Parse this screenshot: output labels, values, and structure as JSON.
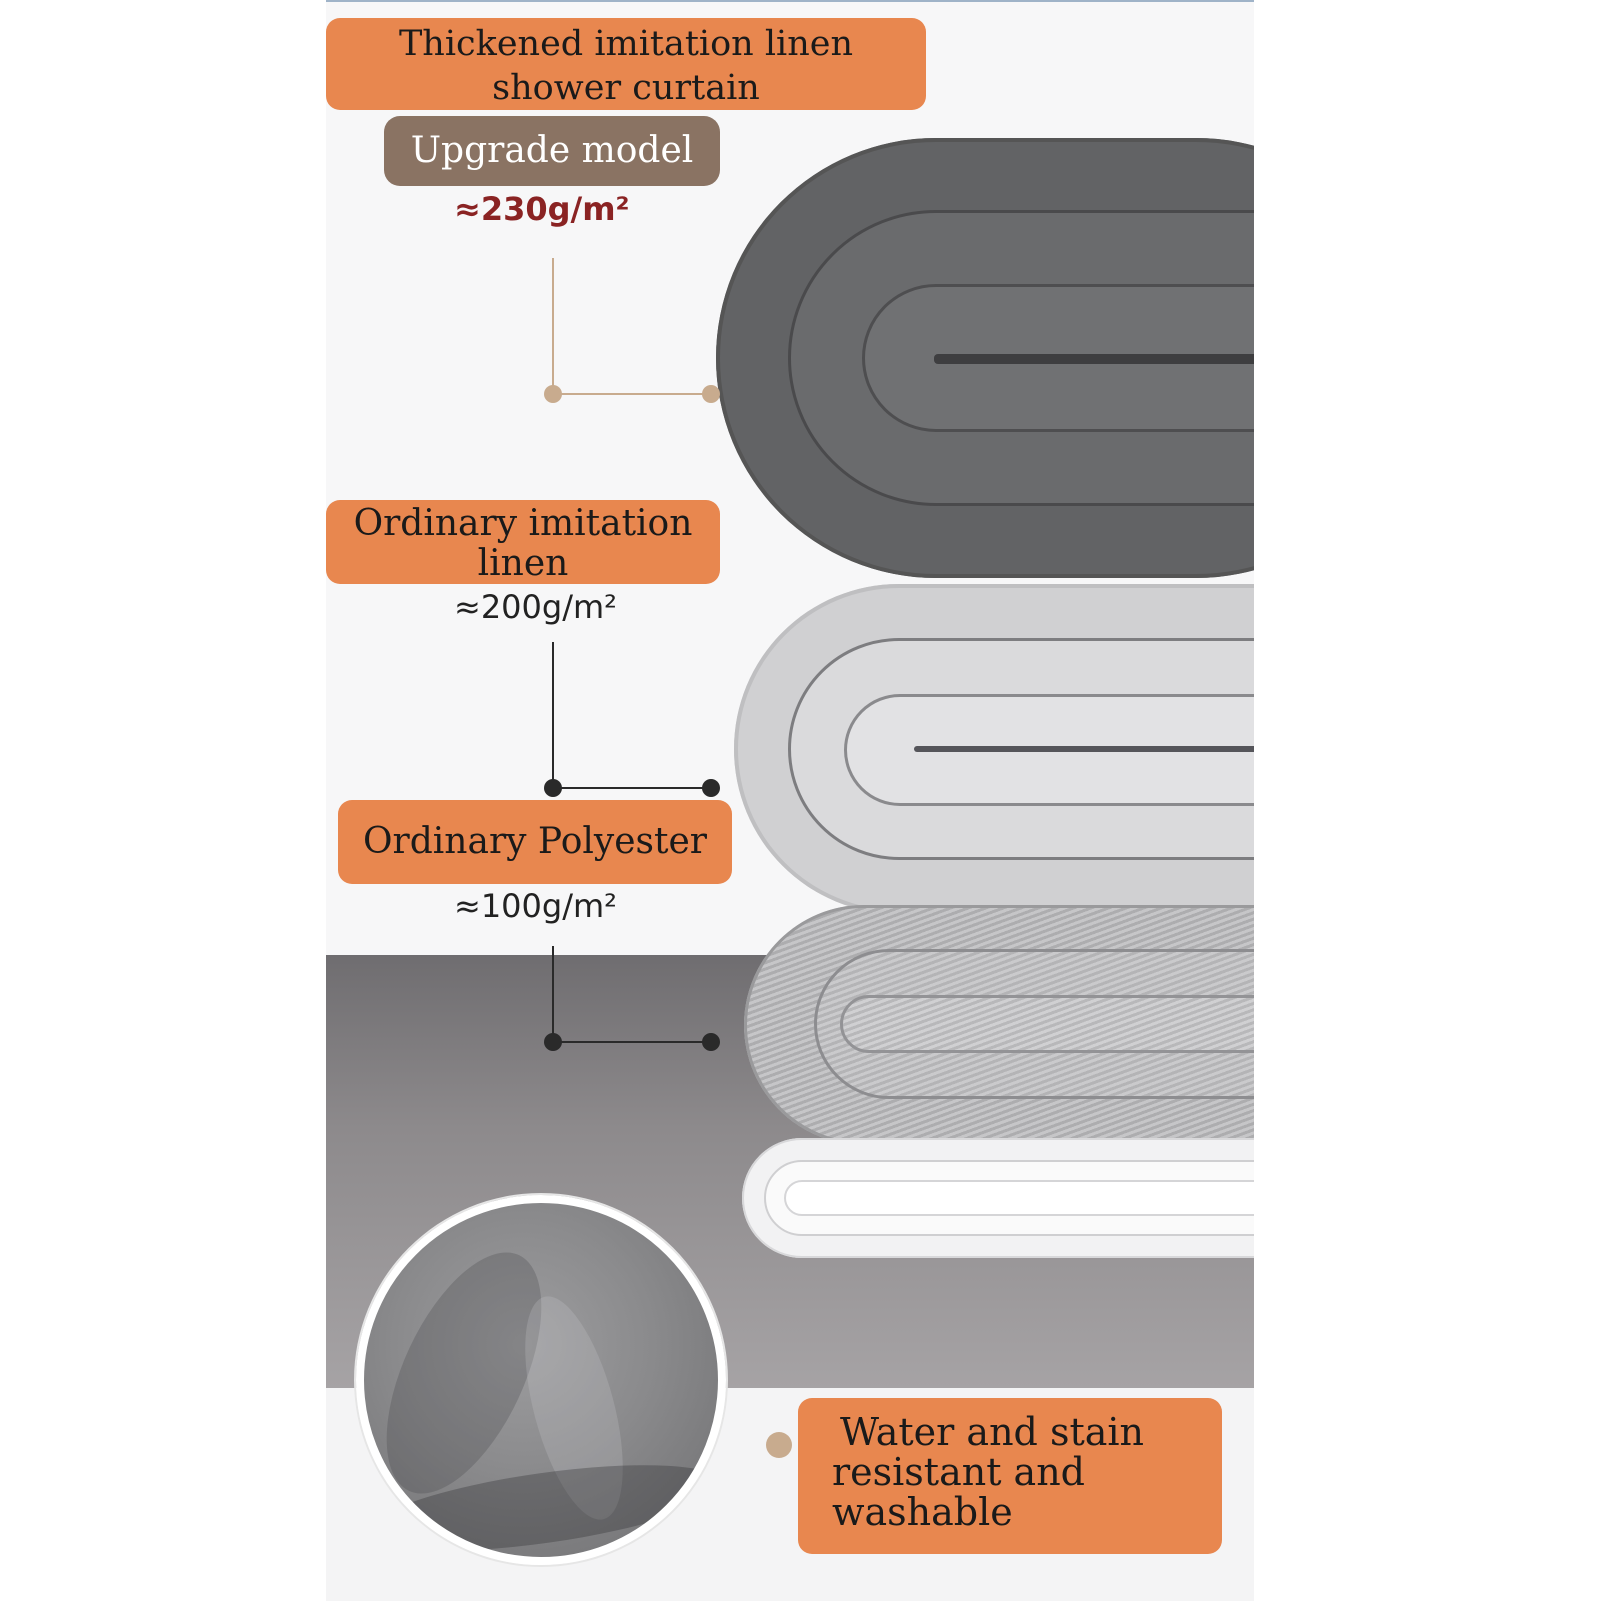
{
  "labels": {
    "thickened_line1": "Thickened imitation linen",
    "thickened_line2": "shower curtain",
    "upgrade_model": "Upgrade model",
    "weight_upgrade": "≈230g/m²",
    "ordinary_linen_line1": "Ordinary imitation",
    "ordinary_linen_line2": "linen",
    "weight_ordinary_linen": "≈200g/m²",
    "ordinary_polyester": "Ordinary Polyester",
    "weight_polyester": "≈100g/m²",
    "feature_line1": "Water and stain",
    "feature_line2": "resistant and",
    "feature_line3": "washable"
  },
  "colors": {
    "label_orange": "#e8874f",
    "upgrade_brown": "#8a7363",
    "weight_red": "#8a2323",
    "leader_tan": "#c8ab8e",
    "leader_dark": "#2a2a2a"
  }
}
